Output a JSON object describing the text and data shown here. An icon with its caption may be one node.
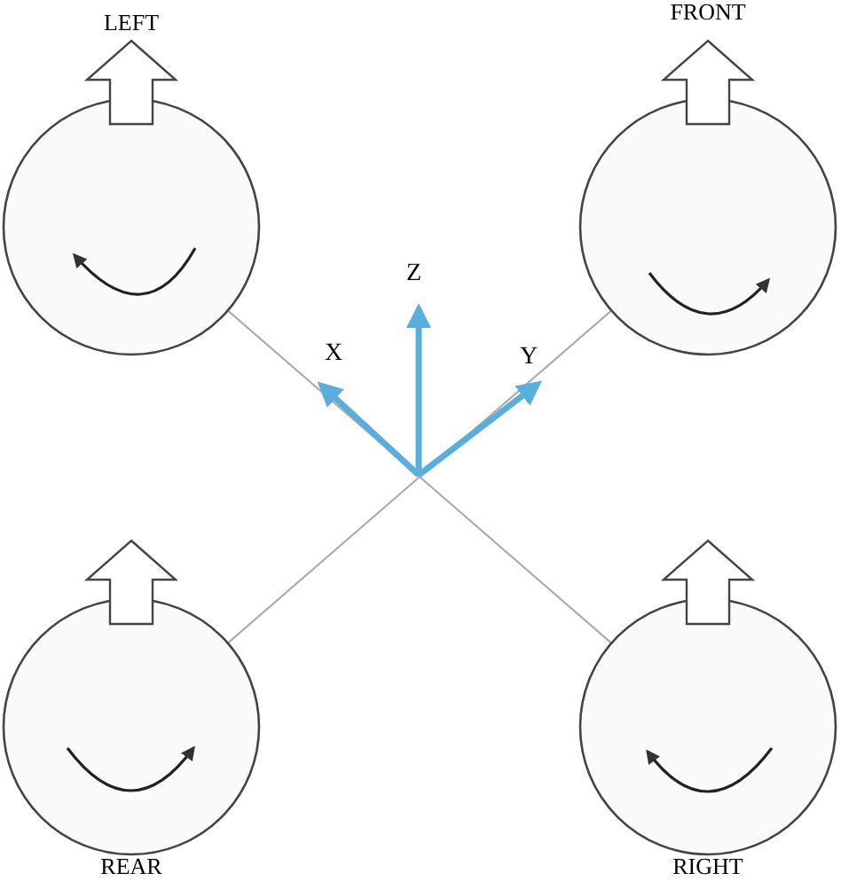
{
  "diagram": {
    "nodes": [
      {
        "text": [
          "LEFT"
        ]
      },
      {
        "text": [
          "FRONT"
        ]
      },
      {
        "text": [
          "REAR"
        ]
      },
      {
        "text": [
          "RIGHT"
        ]
      }
    ],
    "edges": [
      {
        "from": 0,
        "to": 3,
        "arrow": "none"
      },
      {
        "from": 1,
        "to": 2,
        "arrow": "none"
      }
    ],
    "labels": [
      "Z",
      "X",
      "Y"
    ]
  }
}
